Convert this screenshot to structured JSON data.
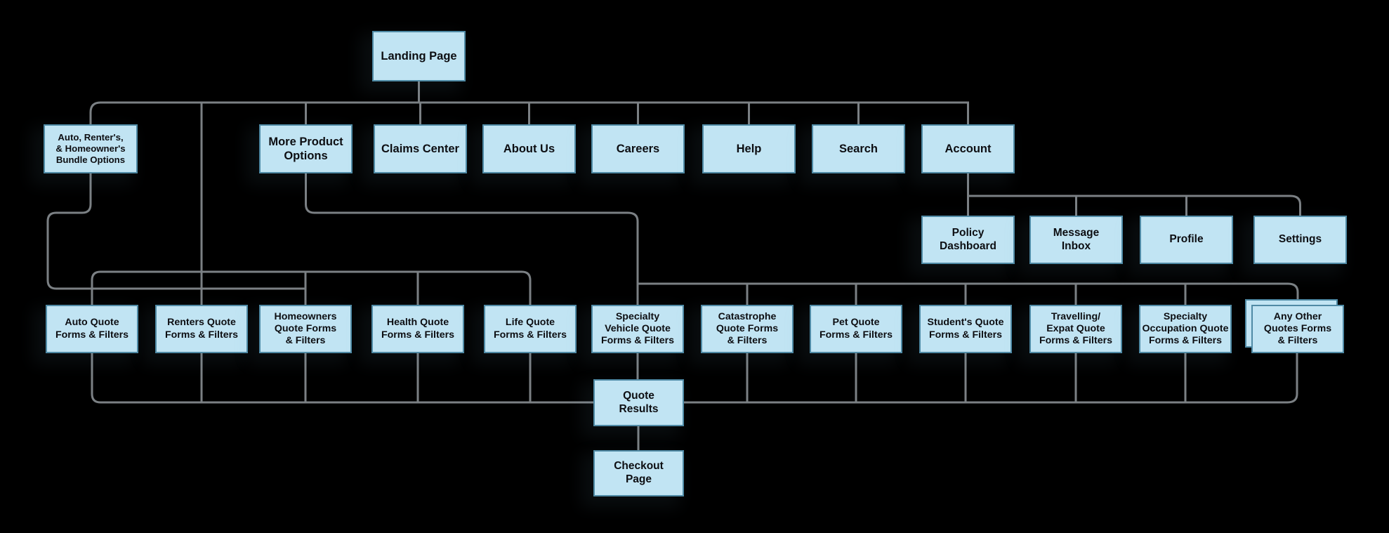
{
  "diagram": {
    "type": "sitemap-flowchart",
    "colors": {
      "background": "#000000",
      "node_fill": "#c1e4f3",
      "node_border": "#4f8aa5",
      "node_text": "#0d0e12",
      "connector": "#7b8084"
    },
    "nodes": {
      "landing": {
        "label": "Landing Page"
      },
      "bundle": {
        "label": "Auto, Renter's,\n& Homeowner's\nBundle Options"
      },
      "more_products": {
        "label": "More Product\nOptions"
      },
      "claims": {
        "label": "Claims Center"
      },
      "about": {
        "label": "About Us"
      },
      "careers": {
        "label": "Careers"
      },
      "help": {
        "label": "Help"
      },
      "search": {
        "label": "Search"
      },
      "account": {
        "label": "Account"
      },
      "policy_dashboard": {
        "label": "Policy\nDashboard"
      },
      "message_inbox": {
        "label": "Message\nInbox"
      },
      "profile": {
        "label": "Profile"
      },
      "settings": {
        "label": "Settings"
      },
      "auto_quote": {
        "label": "Auto Quote\nForms & Filters"
      },
      "renters_quote": {
        "label": "Renters Quote\nForms & Filters"
      },
      "homeowners_quote": {
        "label": "Homeowners\nQuote Forms\n& Filters"
      },
      "health_quote": {
        "label": "Health Quote\nForms & Filters"
      },
      "life_quote": {
        "label": "Life Quote\nForms & Filters"
      },
      "specialty_vehicle_quote": {
        "label": "Specialty\nVehicle Quote\nForms & Filters"
      },
      "catastrophe_quote": {
        "label": "Catastrophe\nQuote Forms\n& Filters"
      },
      "pet_quote": {
        "label": "Pet Quote\nForms & Filters"
      },
      "students_quote": {
        "label": "Student's Quote\nForms & Filters"
      },
      "travelling_expat_quote": {
        "label": "Travelling/\nExpat Quote\nForms & Filters"
      },
      "specialty_occupation_quote": {
        "label": "Specialty\nOccupation Quote\nForms & Filters"
      },
      "any_other_quote": {
        "label": "Any Other\nQuotes Forms\n& Filters"
      },
      "quote_results": {
        "label": "Quote\nResults"
      },
      "checkout": {
        "label": "Checkout\nPage"
      }
    },
    "edges": [
      {
        "from": "landing",
        "to": "bundle"
      },
      {
        "from": "landing",
        "to": "more_products"
      },
      {
        "from": "landing",
        "to": "claims"
      },
      {
        "from": "landing",
        "to": "about"
      },
      {
        "from": "landing",
        "to": "careers"
      },
      {
        "from": "landing",
        "to": "help"
      },
      {
        "from": "landing",
        "to": "search"
      },
      {
        "from": "landing",
        "to": "account"
      },
      {
        "from": "landing",
        "to": "auto_quote"
      },
      {
        "from": "landing",
        "to": "renters_quote"
      },
      {
        "from": "landing",
        "to": "homeowners_quote"
      },
      {
        "from": "landing",
        "to": "health_quote"
      },
      {
        "from": "landing",
        "to": "life_quote"
      },
      {
        "from": "bundle",
        "to": "homeowners_quote"
      },
      {
        "from": "more_products",
        "to": "specialty_vehicle_quote"
      },
      {
        "from": "more_products",
        "to": "catastrophe_quote"
      },
      {
        "from": "more_products",
        "to": "pet_quote"
      },
      {
        "from": "more_products",
        "to": "students_quote"
      },
      {
        "from": "more_products",
        "to": "travelling_expat_quote"
      },
      {
        "from": "more_products",
        "to": "specialty_occupation_quote"
      },
      {
        "from": "more_products",
        "to": "any_other_quote"
      },
      {
        "from": "account",
        "to": "policy_dashboard"
      },
      {
        "from": "account",
        "to": "message_inbox"
      },
      {
        "from": "account",
        "to": "profile"
      },
      {
        "from": "account",
        "to": "settings"
      },
      {
        "from": "auto_quote",
        "to": "quote_results"
      },
      {
        "from": "renters_quote",
        "to": "quote_results"
      },
      {
        "from": "homeowners_quote",
        "to": "quote_results"
      },
      {
        "from": "health_quote",
        "to": "quote_results"
      },
      {
        "from": "life_quote",
        "to": "quote_results"
      },
      {
        "from": "specialty_vehicle_quote",
        "to": "quote_results"
      },
      {
        "from": "catastrophe_quote",
        "to": "quote_results"
      },
      {
        "from": "pet_quote",
        "to": "quote_results"
      },
      {
        "from": "students_quote",
        "to": "quote_results"
      },
      {
        "from": "travelling_expat_quote",
        "to": "quote_results"
      },
      {
        "from": "specialty_occupation_quote",
        "to": "quote_results"
      },
      {
        "from": "any_other_quote",
        "to": "quote_results"
      },
      {
        "from": "quote_results",
        "to": "checkout"
      }
    ]
  }
}
